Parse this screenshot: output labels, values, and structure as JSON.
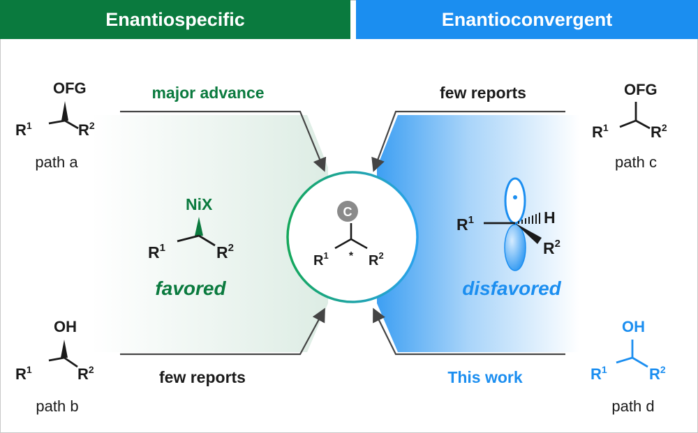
{
  "banners": {
    "left": "Enantiospecific",
    "right": "Enantioconvergent"
  },
  "substituents": {
    "r": "R",
    "sup1": "1",
    "sup2": "2",
    "ofg": "OFG",
    "oh": "OH",
    "nix": "NiX",
    "h": "H",
    "c": "C",
    "star": "*"
  },
  "paths": {
    "a": "path a",
    "b": "path b",
    "c": "path c",
    "d": "path d"
  },
  "arrows": {
    "top_left": "major advance",
    "top_right": "few reports",
    "bottom_left": "few reports",
    "bottom_right": "This work"
  },
  "labels": {
    "favored": "favored",
    "disfavored": "disfavored"
  },
  "colors": {
    "green": "#0a7a3e",
    "blue": "#1b8ef0",
    "dark": "#1a1a1a",
    "arrow": "#444444"
  }
}
